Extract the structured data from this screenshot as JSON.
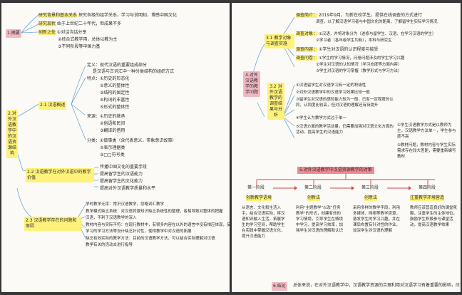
{
  "left": {
    "intro_badge": "1.摘要",
    "intro": [
      {
        "label": "研究背景和基本关系",
        "text": "探究各级的组学关系，学习与说明知，博感中国文化"
      },
      {
        "label": "研究现状",
        "text": "始于上世纪二十年代，但成果不多"
      },
      {
        "label": "创新之处",
        "text": "①对话沟话分享"
      },
      {
        "label": "",
        "text": "②综合式教学用，总体以教为主"
      },
      {
        "label": "",
        "text": "③不同阶段等中国力基"
      }
    ],
    "root": "2.对外汉语教学中的汉语资源结构",
    "branch1": {
      "title": "2.1 汉语概述",
      "defs": [
        "定义：现代汉语的重要组成部分",
        "是汉语与古词汇中一种分类结构的组织方式"
      ],
      "traits_label": "特点：",
      "traits": [
        "①历史的形态化",
        "②意义的整体性",
        "③结构的固定性",
        "④构词的丰富性",
        "⑤形式的整体性"
      ],
      "sources_label": "来源：",
      "sources": [
        "①历史的继承",
        "②俗语和民间",
        "③翻译的借用"
      ],
      "class_label": "分类：",
      "class": [
        "①做事类（含代表意义，带象意识故事）",
        "②表示理据类",
        "③□□符号类"
      ]
    },
    "branch2": {
      "title": "2.2 汉语教学在对外汉语中的教学价值",
      "items": [
        "传播中国文化的重要手段",
        "提高留学生的汉语能力",
        "提高留学生的文化能力",
        "提高对外汉语教学质量和水平"
      ]
    },
    "branch3": {
      "title": "2.3 汉语教学存在的问题和原因",
      "items": [
        "学时教学无序：常识汉语教学，忽略词汇教学",
        "教学模式缺乏系统：对汉语背景知识缺乏系统性的整理，容易导致对整体的把握",
        "    汉语，不利于汉语教学的深入",
        "教材内容与实际不符：在现行教材中，有很多内容在以外的语言中没有相应体现，反而与此汉语",
        "    学习的学习方法等设计缺乏针对性，使得教学中对汉语的拓展",
        "缺乏有效实际的教学方法：目前的汉语教学方法，可以结合实际理解对汉语",
        "    教学有关的活动去进行指导"
      ]
    }
  },
  "right": {
    "sec3_title": "3.1 教学对象与调查实施",
    "sec3_items": [
      {
        "label": "调查简介：",
        "lines": [
          "2019年9月，为新在校学生，提供在线调查的方式进行",
          "调查，以了解汉语学习者与中国文化的距离，了解留学生实际学习情况"
        ]
      },
      {
        "label": "调查对象：",
        "lines": [
          "①汉语，并将对象分为（进修与留学生、汉语、在学习汉语的学生）",
          "②学习者（各年级学生均有），本科与研究生"
        ]
      },
      {
        "label": "调查内容：",
        "lines": [
          "①学生对汉语的认识程度与接受"
        ]
      },
      {
        "label": "调查问卷：",
        "lines": [
          "①学生的学习情况，问卷问题涉及的学生学习兴趣",
          "②学生对汉语的认知情况（学习态度等方面内容）",
          "③学生对汉语的学习掌握（教学形式与学习方法）"
        ]
      }
    ],
    "root": "4.对外汉语教学的教学问题",
    "sec32_title": "3.2 对外汉语教学的调查结果与分析",
    "sec32_items": [
      "①汉语留学生对汉语学习有一定的积极性",
      "②对外汉语教学中的汉语学习效果比较一般",
      "③留学生对汉语的感知能力较为一般，已有一定程度的认同，认同度比较高，但对汉语的理解还有待提升",
      "④学生认为教学方式过于单一",
      "⑤汉语方面的教学活动量，仍需要加强对汉语文化方面的活动，提高学生的汉语能力"
    ],
    "sec32_b": [
      "①学生汉语教学方式是以教师为主，汉语教学方法单一，学生参与度不高",
      "②教材问题，教材内容与学生实际需求存在较大差距，需要重新编写教材"
    ],
    "flow_title": "5.对外汉语教学中汉语资源教学的对策",
    "flow_steps": [
      "第一阶段",
      "第二阶段",
      "第三阶段",
      "第四阶段"
    ],
    "flow_heads": [
      "创新教学语境",
      "创新法",
      "创意法",
      "注重教学环境营造"
    ],
    "flow_bodies": [
      "从语言、文化和生活入手，结合汉语实际，将汉语知识融入生活，拓展学生的学习空间，帮助学生在实践中掌握汉语文化，提升汉语能力",
      "利用\"主题教学\"以及\"任务教学\"的形式，创建有效的学习情境，引导学生在情境中学习，提高学习效率，加强学生对汉语的理解和认识",
      "采用多样的教学手段，利用多媒体、网络等教学资源，激发学生的学习兴趣，并在课后布置有针对性的作业，加深学生对汉语的理解",
      "教师应该营造良好的课堂氛围，注重学生的主体地位，鼓励学生积极参与课堂活动，提高汉语教学效果"
    ],
    "conclusion_badge": "6.结论",
    "conclusion": "总体来说，在对外汉语教学中，汉语教学资源的合理利用对汉语学习有着重要的影响，应当引起重视"
  }
}
